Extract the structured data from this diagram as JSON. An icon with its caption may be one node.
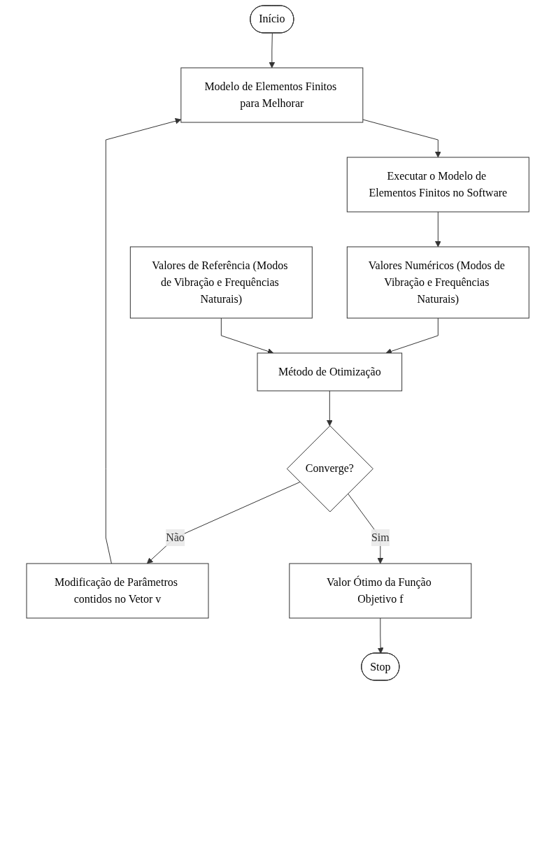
{
  "diagram": {
    "nodes": [
      {
        "text": [
          "Início"
        ]
      },
      {
        "text": [
          "Modelo de Elementos Finitos para Melhorar"
        ]
      },
      {
        "text": [
          "Executar o Modelo de Elementos Finitos no Software"
        ]
      },
      {
        "text": [
          "Valores Numéricos (Modos de Vibração e Frequências Naturais)"
        ]
      },
      {
        "text": [
          "Valores de Referência (Modos de Vibração e Frequências Naturais)"
        ]
      },
      {
        "text": [
          "Método de Otimização"
        ]
      },
      {
        "text": [
          "Converge?"
        ]
      },
      {
        "text": [
          "Modificação de Parâmetros contidos no Vetor v"
        ]
      },
      {
        "text": [
          "Valor Ótimo da Função Objetivo f"
        ]
      },
      {
        "text": [
          "Stop"
        ]
      }
    ],
    "edges": [
      {
        "from": 0,
        "to": 1,
        "arrow": "to"
      },
      {
        "from": 1,
        "to": 2,
        "arrow": "to"
      },
      {
        "from": 2,
        "to": 3,
        "arrow": "to"
      },
      {
        "from": 3,
        "to": 5,
        "arrow": "to"
      },
      {
        "from": 4,
        "to": 5,
        "arrow": "to"
      },
      {
        "from": 5,
        "to": 6,
        "arrow": "to"
      },
      {
        "from": 6,
        "to": 7,
        "label": "Não",
        "arrow": "to"
      },
      {
        "from": 7,
        "to": 1,
        "arrow": "to"
      },
      {
        "from": 6,
        "to": 8,
        "label": "Sim",
        "arrow": "to"
      },
      {
        "from": 8,
        "to": 9,
        "arrow": "to"
      }
    ]
  }
}
